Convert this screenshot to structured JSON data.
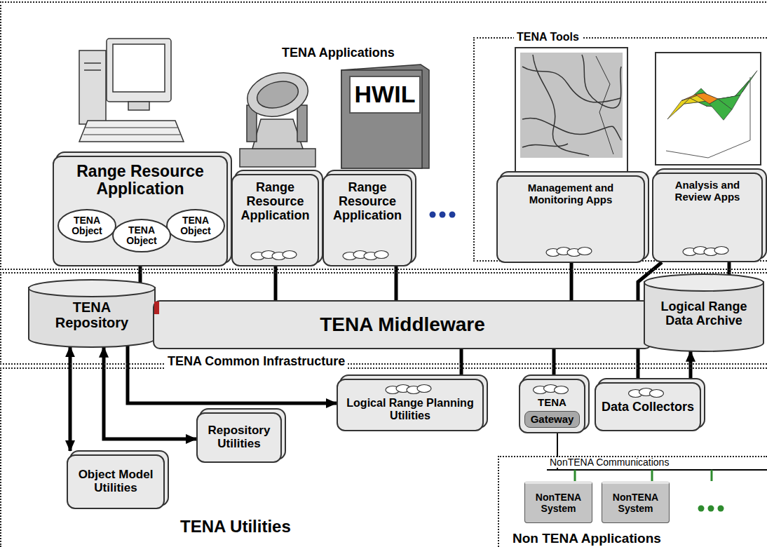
{
  "diagram": {
    "nodes": [
      {
        "text": [
          "TENA Applications"
        ]
      },
      {
        "text": [
          "TENA Tools"
        ],
        "in": 0
      },
      {
        "text": [
          "Range Resource Application"
        ],
        "in": 0
      },
      {
        "text": [
          "TENA Object"
        ],
        "in": 2
      },
      {
        "text": [
          "TENA Object"
        ],
        "in": 2
      },
      {
        "text": [
          "TENA Object"
        ],
        "in": 2
      },
      {
        "text": [
          "Range Resource Application"
        ],
        "in": 0
      },
      {
        "text": [
          "Range Resource Application"
        ],
        "in": 0
      },
      {
        "text": [
          "HWIL"
        ],
        "in": 0
      },
      {
        "text": [
          "Management and Monitoring Apps"
        ],
        "in": 1
      },
      {
        "text": [
          "Analysis and Review Apps"
        ],
        "in": 1
      },
      {
        "text": [
          "TENA Common Infrastructure"
        ]
      },
      {
        "text": [
          "TENA Repository"
        ],
        "in": 11
      },
      {
        "text": [
          "TENA Middleware"
        ],
        "in": 11
      },
      {
        "text": [
          "Logical Range Data Archive"
        ],
        "in": 11
      },
      {
        "text": [
          "TENA Utilities"
        ]
      },
      {
        "text": [
          "Logical Range Planning Utilities"
        ],
        "in": 15
      },
      {
        "text": [
          "Repository Utilities"
        ],
        "in": 15
      },
      {
        "text": [
          "Object Model Utilities"
        ],
        "in": 15
      },
      {
        "text": [
          "TENA",
          "Gateway"
        ],
        "in": 15
      },
      {
        "text": [
          "Data Collectors"
        ],
        "in": 15
      },
      {
        "text": [
          "Non TENA Applications"
        ],
        "in": 15
      },
      {
        "text": [
          "NonTENA System"
        ],
        "in": 21
      },
      {
        "text": [
          "NonTENA System"
        ],
        "in": 21
      }
    ],
    "edges": [
      {
        "from": 2,
        "to": 13,
        "arrow": "none"
      },
      {
        "from": 6,
        "to": 13,
        "arrow": "none"
      },
      {
        "from": 7,
        "to": 13,
        "arrow": "none"
      },
      {
        "from": 9,
        "to": 13,
        "arrow": "none"
      },
      {
        "from": 10,
        "to": 14,
        "arrow": "none"
      },
      {
        "from": 20,
        "to": 10,
        "arrow": "none"
      },
      {
        "from": 20,
        "to": 14,
        "arrow": "to"
      },
      {
        "from": 19,
        "to": 13,
        "arrow": "none"
      },
      {
        "from": 16,
        "to": 13,
        "arrow": "none"
      },
      {
        "from": 12,
        "to": 16,
        "arrow": "to"
      },
      {
        "from": 12,
        "to": 17,
        "arrow": "both"
      },
      {
        "from": 12,
        "to": 18,
        "arrow": "both"
      }
    ],
    "labels": [
      "NonTENA Communications"
    ]
  }
}
